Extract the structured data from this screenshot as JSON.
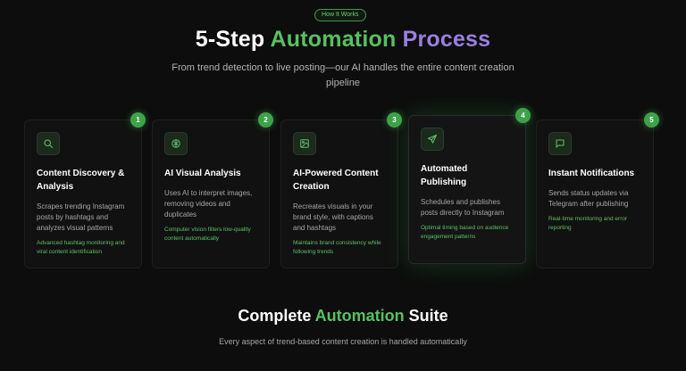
{
  "badge": "How It Works",
  "headline": {
    "part1": "5-Step ",
    "part2": "Automation",
    "part3": " Process"
  },
  "subhead": "From trend detection to live posting—our AI handles the entire content creation pipeline",
  "steps": [
    {
      "number": "1",
      "icon": "search-icon",
      "title": "Content Discovery & Analysis",
      "description": "Scrapes trending Instagram posts by hashtags and analyzes visual patterns",
      "note": "Advanced hashtag monitoring and viral content identification"
    },
    {
      "number": "2",
      "icon": "brain-icon",
      "title": "AI Visual Analysis",
      "description": "Uses AI to interpret images, removing videos and duplicates",
      "note": "Computer vision filters low-quality content automatically"
    },
    {
      "number": "3",
      "icon": "image-icon",
      "title": "AI-Powered Content Creation",
      "description": "Recreates visuals in your brand style, with captions and hashtags",
      "note": "Maintains brand consistency while following trends"
    },
    {
      "number": "4",
      "icon": "send-icon",
      "title": "Automated Publishing",
      "description": "Schedules and publishes posts directly to Instagram",
      "note": "Optimal timing based on audience engagement patterns"
    },
    {
      "number": "5",
      "icon": "message-icon",
      "title": "Instant Notifications",
      "description": "Sends status updates via Telegram after publishing",
      "note": "Real-time monitoring and error reporting"
    }
  ],
  "section": {
    "title_part1": "Complete ",
    "title_part2": "Automation",
    "title_part3": " Suite",
    "subtitle": "Every aspect of trend-based content creation is handled automatically"
  },
  "colors": {
    "background": "#0d0d0d",
    "accent_green": "#58c061",
    "accent_purple": "#9b7fe0",
    "badge_green": "#3ea24a"
  }
}
